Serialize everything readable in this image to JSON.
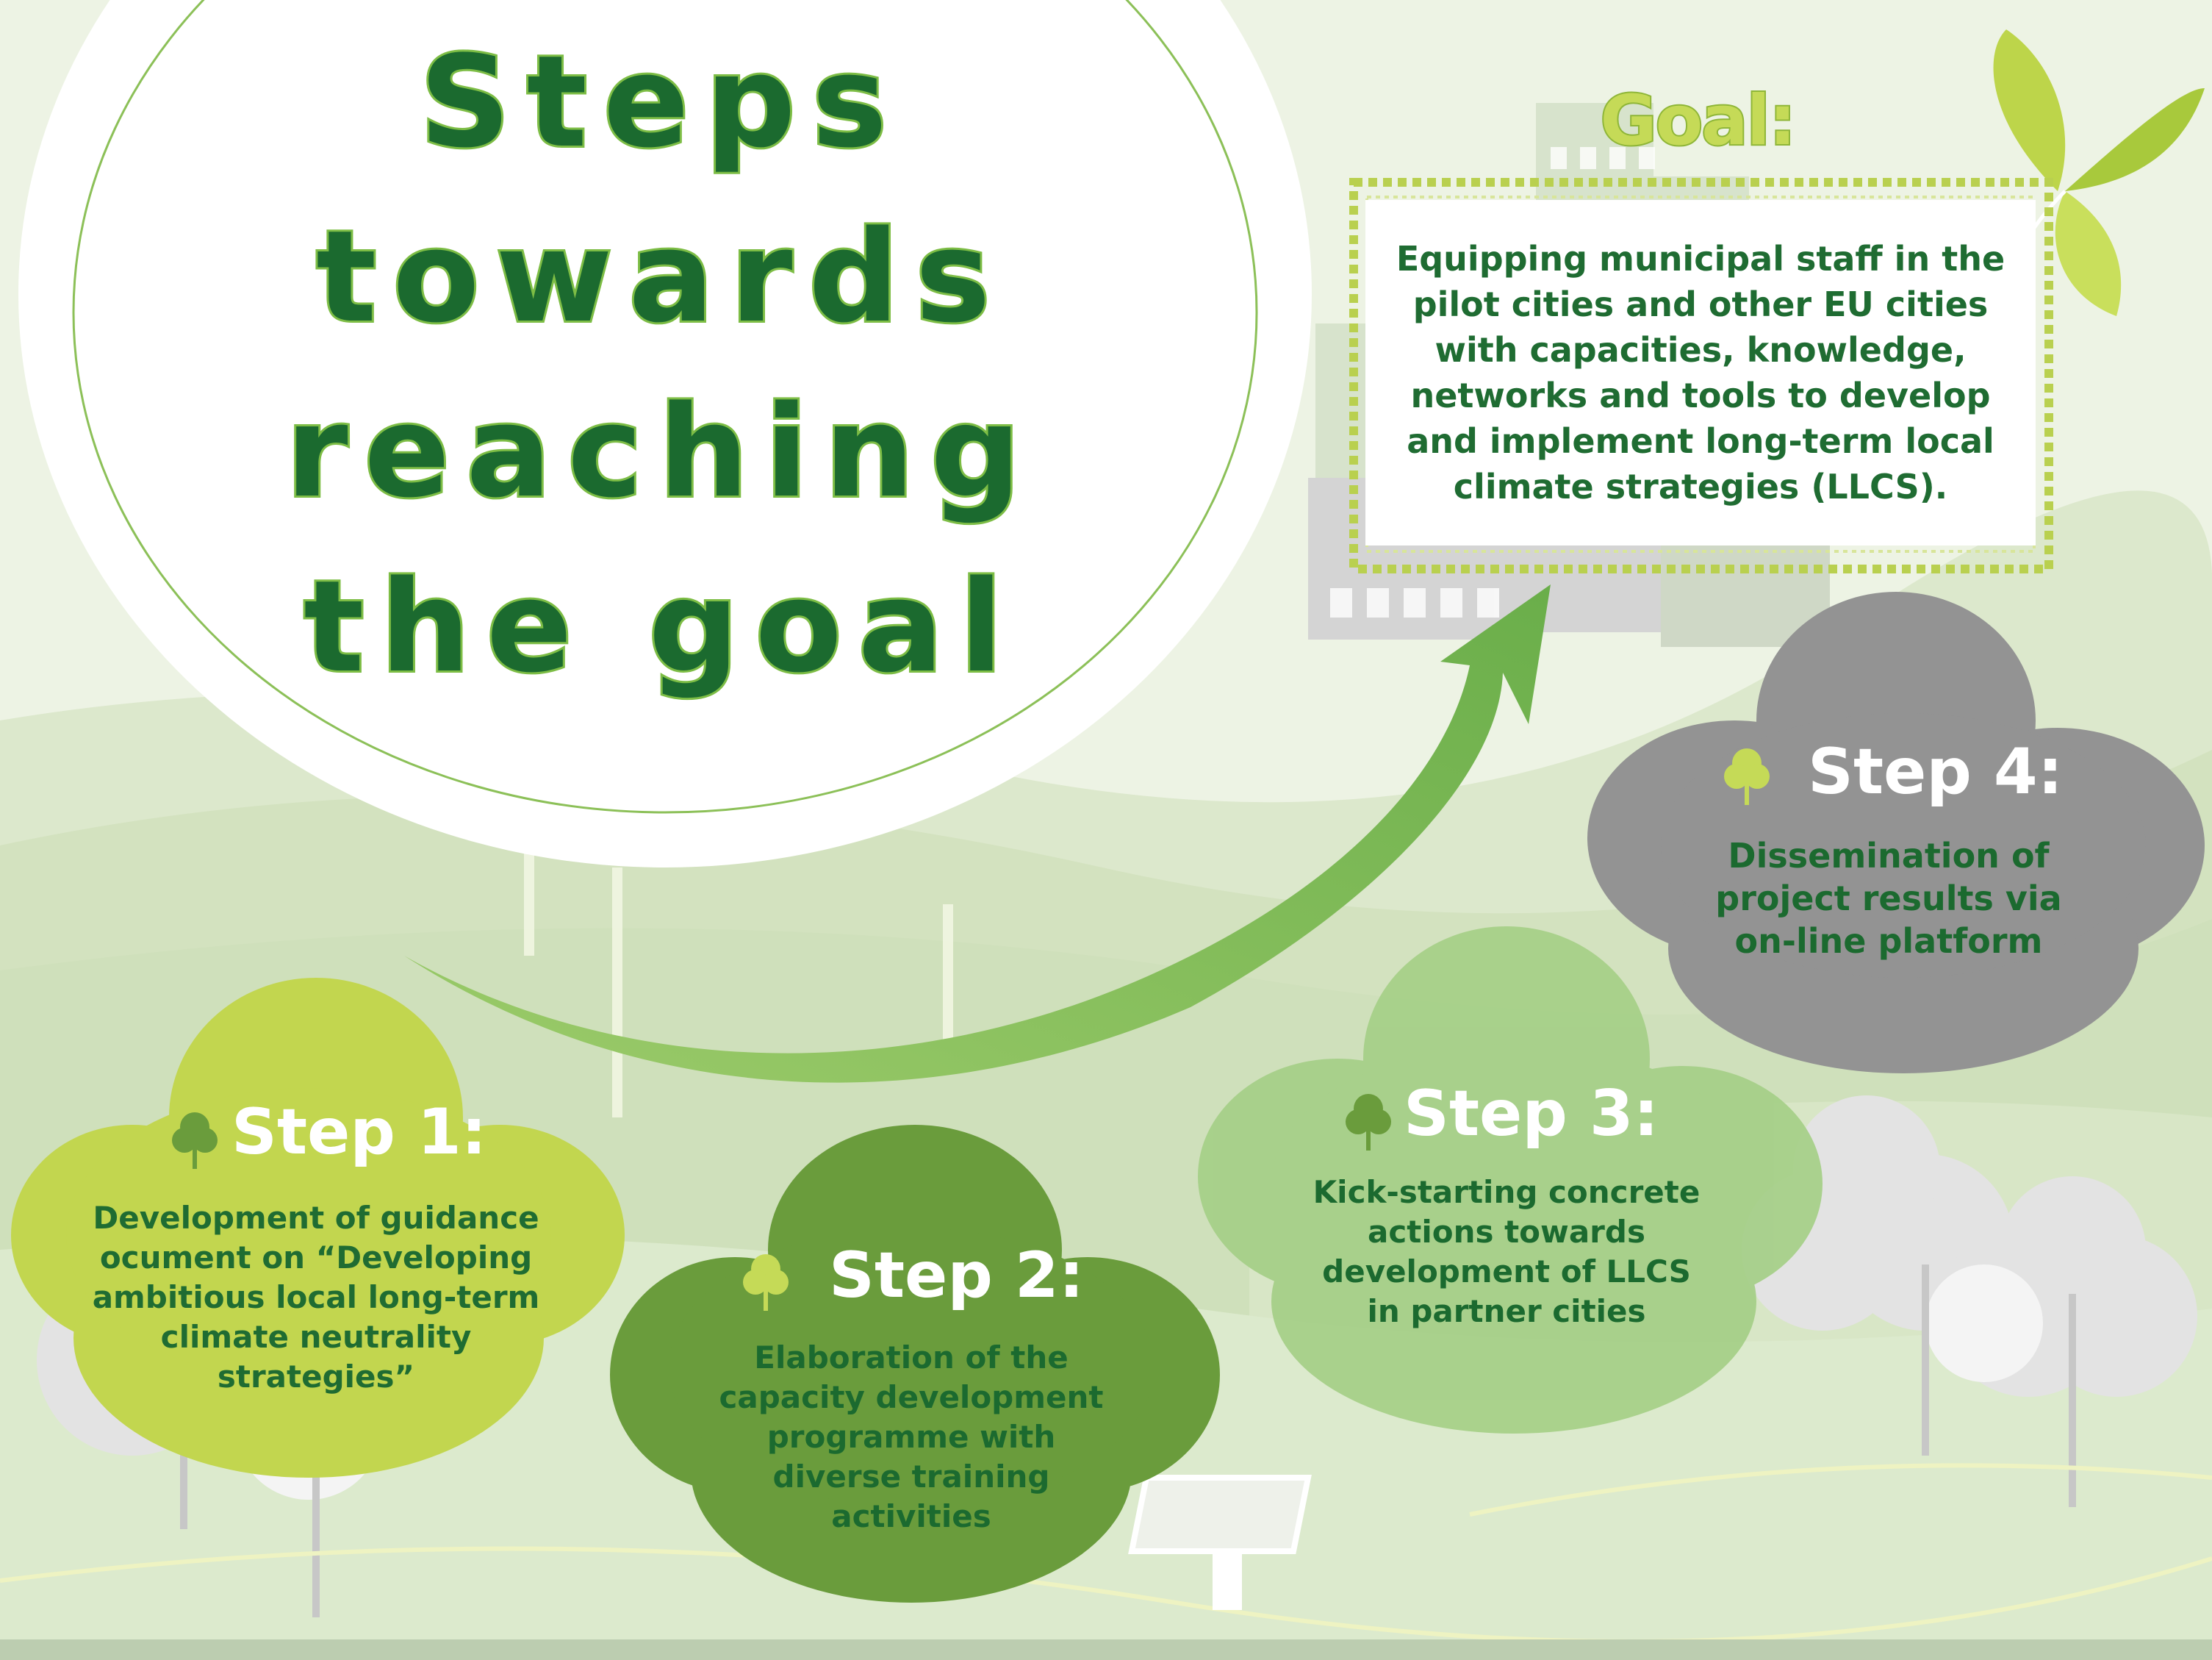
{
  "title": {
    "lines": [
      "Steps",
      "towards",
      "reaching",
      "the goal"
    ]
  },
  "goal": {
    "heading": "Goal:",
    "text": "Equipping municipal staff in the pilot cities and other EU cities with capacities, knowledge, networks and tools to develop and implement long-term local climate strategies (LLCS)."
  },
  "steps": [
    {
      "label": "Step 1:",
      "description": "Development of guidance ocument on “Developing ambitious local long-term climate neutrality strategies”",
      "color": "#c2d64f"
    },
    {
      "label": "Step 2:",
      "description": "Elaboration of the capacity development programme with diverse training activities",
      "color": "#6a9c3c"
    },
    {
      "label": "Step 3:",
      "description": "Kick-starting concrete actions towards development of LLCS in partner cities",
      "color": "#a5cf87"
    },
    {
      "label": "Step 4:",
      "description": "Dissemination of project results via on-line platform",
      "color": "#939393"
    }
  ],
  "icons": {
    "step_marker": "tree-icon",
    "decoration": "leaves-icon",
    "flow": "arrow-icon"
  },
  "colors": {
    "title_green": "#1b6a2f",
    "light_green": "#c5da57",
    "arrow_green": "#7ab856",
    "background": "#e9f1df"
  }
}
